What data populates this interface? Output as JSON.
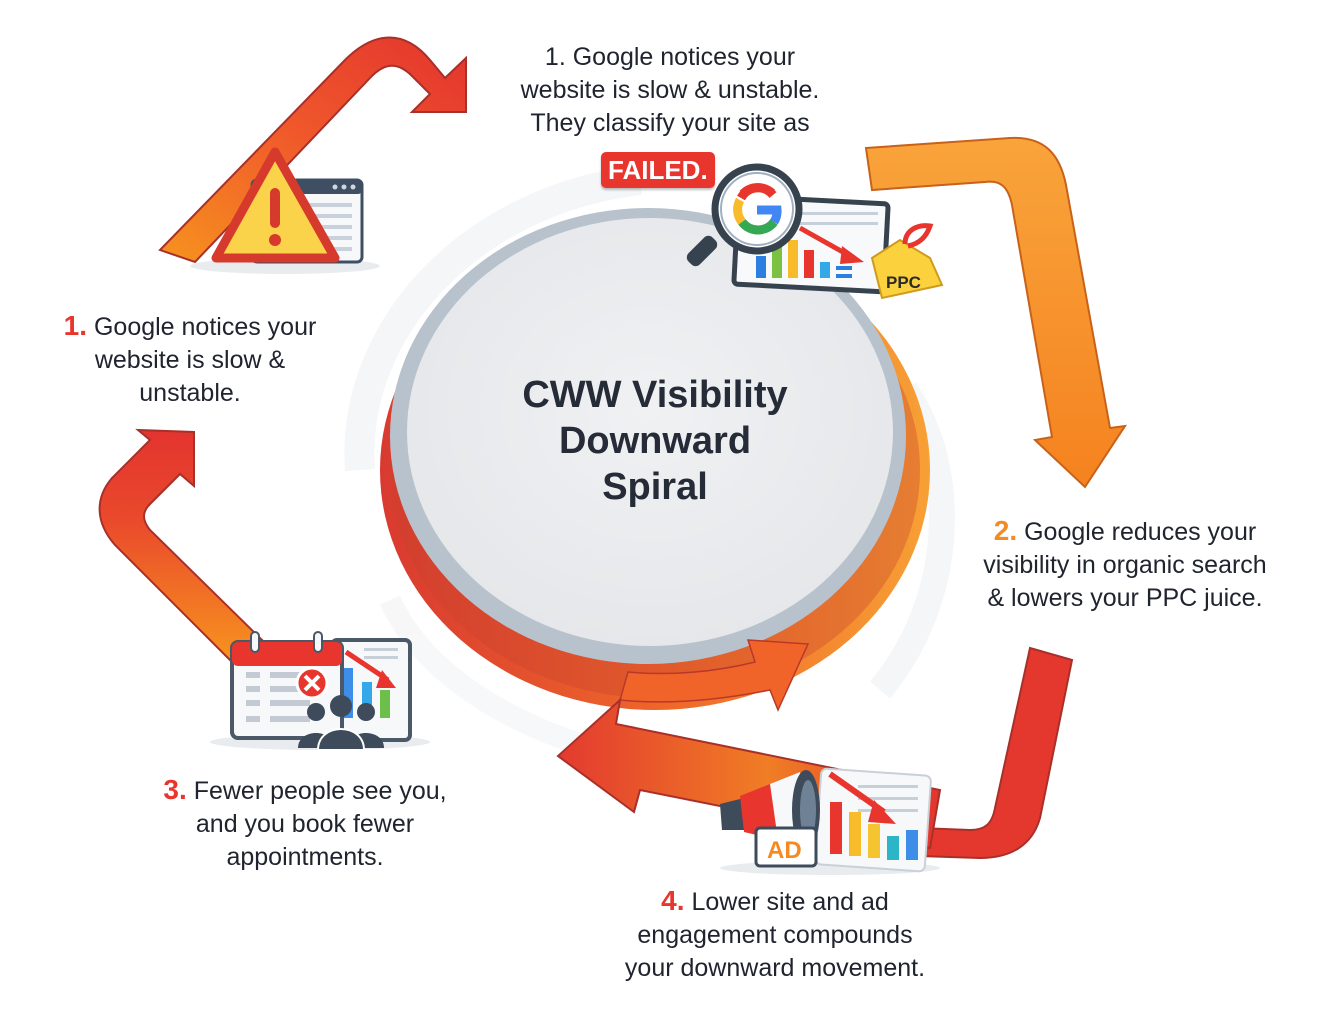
{
  "title": {
    "line1": "CWW Visibility",
    "line2": "Downward",
    "line3": "Spiral"
  },
  "top_step": {
    "line1": "1. Google notices your",
    "line2": "website is slow & unstable.",
    "line3": "They classify your site as",
    "badge": "FAILED."
  },
  "steps": [
    {
      "number": "1.",
      "lines": [
        "Google notices your",
        "website is slow &",
        "unstable."
      ],
      "color": "#e8362f"
    },
    {
      "number": "2.",
      "lines": [
        "Google reduces your",
        "visibility in organic search",
        "& lowers your PPC juice."
      ],
      "color": "#f58a22"
    },
    {
      "number": "3.",
      "lines": [
        "Fewer people see you,",
        "and you book fewer",
        "appointments."
      ],
      "color": "#e8362f"
    },
    {
      "number": "4.",
      "lines": [
        "Lower site and ad",
        "engagement compounds",
        "your downward movement."
      ],
      "color": "#e8362f"
    }
  ],
  "icons": {
    "ppc_tag": "PPC",
    "ad_label": "AD"
  },
  "colors": {
    "red": "#e8362f",
    "orange": "#f58a22",
    "amber": "#f9a03a",
    "dark_text": "#20242f",
    "disc": "#ebedf0",
    "disc_rim": "#b6c0ca"
  }
}
